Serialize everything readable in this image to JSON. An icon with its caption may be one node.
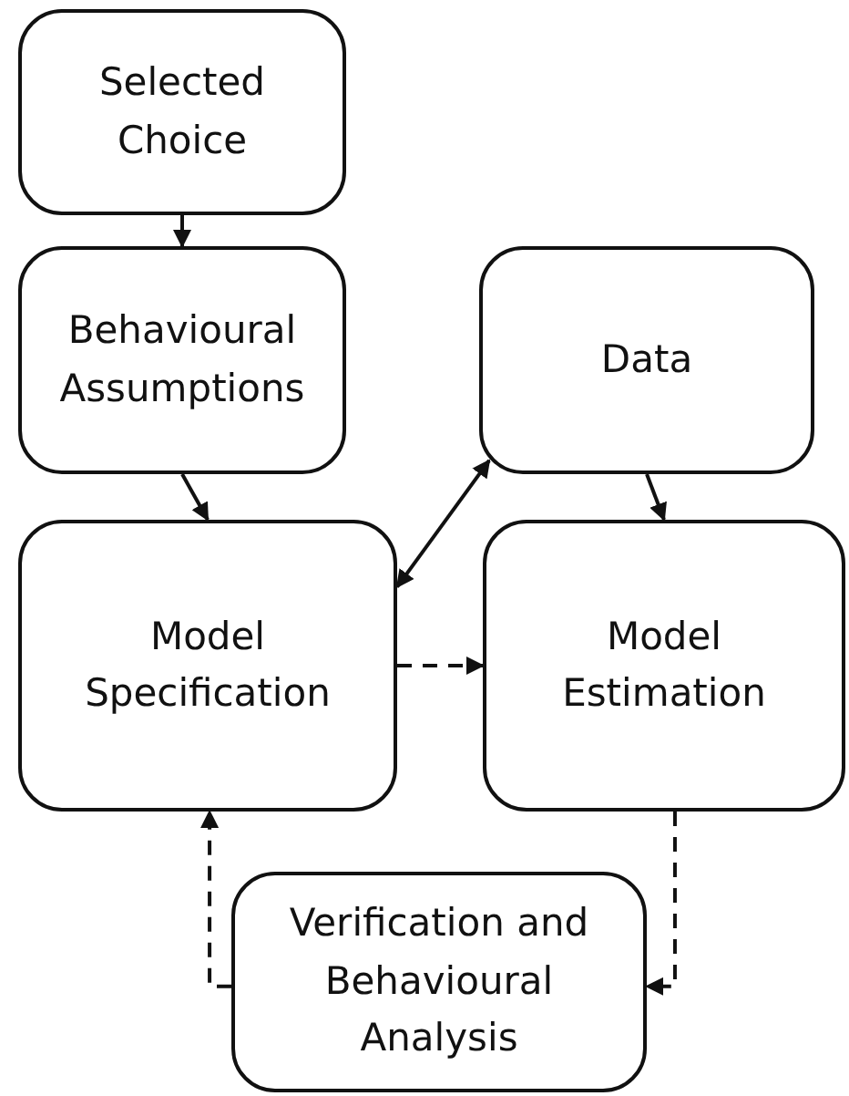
{
  "diagram": {
    "nodes": [
      {
        "text": [
          "Selected Choice"
        ]
      },
      {
        "text": [
          "Behavioural Assumptions"
        ]
      },
      {
        "text": [
          "Data"
        ]
      },
      {
        "text": [
          "Model Specification"
        ]
      },
      {
        "text": [
          "Model Estimation"
        ]
      },
      {
        "text": [
          "Verification and Behavioural Analysis"
        ]
      }
    ],
    "edges": [
      {
        "from": 0,
        "to": 1,
        "arrow": "to"
      },
      {
        "from": 1,
        "to": 3,
        "arrow": "to"
      },
      {
        "from": 2,
        "to": 3,
        "arrow": "both"
      },
      {
        "from": 2,
        "to": 4,
        "arrow": "to"
      },
      {
        "from": 3,
        "to": 4,
        "arrow": "to",
        "style": "dashed"
      },
      {
        "from": 4,
        "to": 5,
        "arrow": "to",
        "style": "dashed"
      },
      {
        "from": 5,
        "to": 3,
        "arrow": "to",
        "style": "dashed"
      }
    ]
  }
}
